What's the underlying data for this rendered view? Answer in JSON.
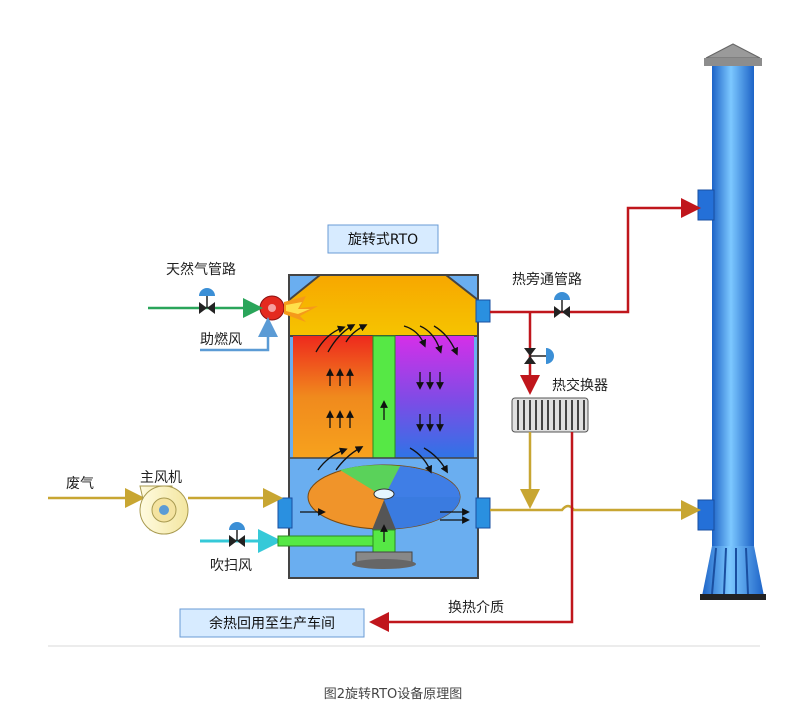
{
  "diagram": {
    "title": "旋转式RTO",
    "labels": {
      "natural_gas": "天然气管路",
      "combustion_air": "助燃风",
      "exhaust_gas": "废气",
      "main_fan": "主风机",
      "purge_air": "吹扫风",
      "hot_bypass": "热旁通管路",
      "heat_exchanger": "热交换器",
      "heat_medium": "换热介质",
      "waste_heat": "余热回用至生产车间"
    },
    "colors": {
      "gas_line": "#2aa55a",
      "air_line": "#5b9bd5",
      "waste_line": "#c8a632",
      "hot_line": "#c0161c",
      "purge_line": "#35c9d8",
      "chimney": "#2e8ee6"
    }
  },
  "caption": "图2旋转RTO设备原理图"
}
